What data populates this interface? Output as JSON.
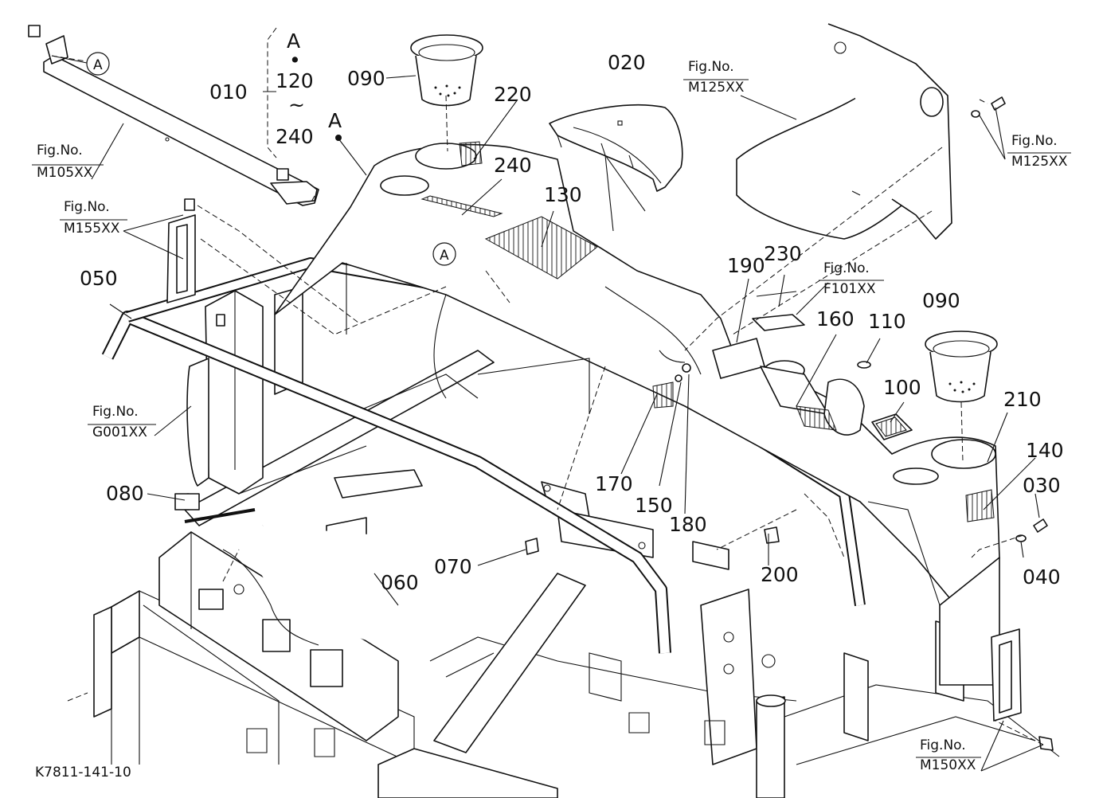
{
  "drawing_id": "K7811-141-10",
  "fig_refs": [
    {
      "key": "m105",
      "line1": "Fig.No.",
      "line2": "M105XX"
    },
    {
      "key": "m155",
      "line1": "Fig.No.",
      "line2": "M155XX"
    },
    {
      "key": "g001",
      "line1": "Fig.No.",
      "line2": "G001XX"
    },
    {
      "key": "m125a",
      "line1": "Fig.No.",
      "line2": "M125XX"
    },
    {
      "key": "m125b",
      "line1": "Fig.No.",
      "line2": "M125XX"
    },
    {
      "key": "f101",
      "line1": "Fig.No.",
      "line2": "F101XX"
    },
    {
      "key": "m150",
      "line1": "Fig.No.",
      "line2": "M150XX"
    }
  ],
  "callouts": {
    "c010": "010",
    "c020": "020",
    "c030": "030",
    "c040": "040",
    "c050": "050",
    "c060": "060",
    "c070": "070",
    "c080": "080",
    "c090a": "090",
    "c090b": "090",
    "c100": "100",
    "c110": "110",
    "c130": "130",
    "c140": "140",
    "c150": "150",
    "c160": "160",
    "c170": "170",
    "c180": "180",
    "c190": "190",
    "c200": "200",
    "c210": "210",
    "c220": "220",
    "c230": "230",
    "c240a": "240",
    "c240b": "240"
  },
  "variant_bracket": {
    "top": "A",
    "dot": "•",
    "mid": "120",
    "tilde": "~",
    "bottom": "240"
  },
  "point_markers": {
    "circle_a1": "A",
    "circle_a2": "A",
    "marker_a": "A"
  }
}
